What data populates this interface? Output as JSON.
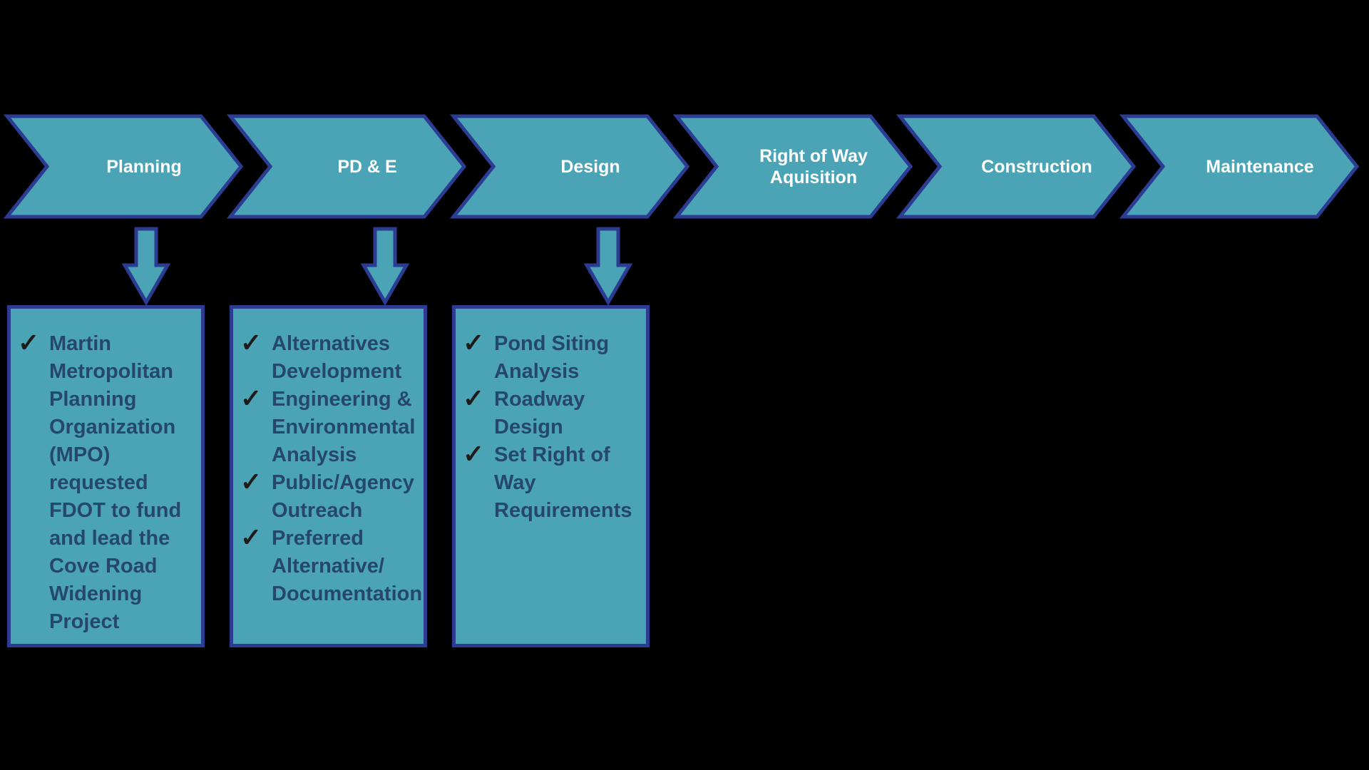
{
  "colors": {
    "background": "#000000",
    "shape_fill": "#4BA4B5",
    "shape_border": "#2B3C92",
    "phase_label_text": "#FFFFFF",
    "checklist_text": "#26476D",
    "checkmark": "#1E1C1A"
  },
  "icons": {
    "check": "✓",
    "chevron_arrow": "right-chevron-shape",
    "down_arrow": "down-arrow-shape"
  },
  "phases": [
    {
      "label": "Planning"
    },
    {
      "label": "PD & E"
    },
    {
      "label": "Design"
    },
    {
      "label": "Right of Way Aquisition"
    },
    {
      "label": "Construction"
    },
    {
      "label": "Maintenance"
    }
  ],
  "boxes": [
    {
      "phase": "Planning",
      "items": [
        "Martin Metropolitan Planning Organization (MPO) requested FDOT to fund and lead the Cove Road Widening Project"
      ]
    },
    {
      "phase": "PD & E",
      "items": [
        "Alternatives Development",
        "Engineering & Environmental Analysis",
        "Public/Agency Outreach",
        "Preferred Alternative/ Documentation"
      ]
    },
    {
      "phase": "Design",
      "items": [
        "Pond Siting Analysis",
        "Roadway Design",
        "Set Right of Way Requirements"
      ]
    }
  ]
}
